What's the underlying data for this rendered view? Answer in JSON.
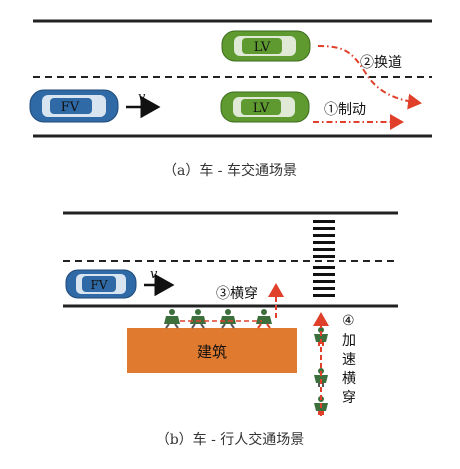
{
  "panel_a": {
    "caption": "（a）车 - 车交通场景",
    "fv_label": "FV",
    "lv_top_label": "LV",
    "lv_bottom_label": "LV",
    "speed_label": "v",
    "lane_change_label": "②换道",
    "brake_label": "①制动"
  },
  "panel_b": {
    "caption": "（b）车 - 行人交通场景",
    "fv_label": "FV",
    "speed_label": "v",
    "cross_label": "③横穿",
    "accel_cross_num": "④",
    "accel_cross_chars": [
      "加",
      "速",
      "横",
      "穿"
    ],
    "building_label": "建筑"
  },
  "colors": {
    "fv_car": "#2f6aa6",
    "lv_car": "#5e9a30",
    "trajectory": "#e0402a",
    "building": "#e07a2e",
    "pedestrian": "#3d6f3d"
  }
}
